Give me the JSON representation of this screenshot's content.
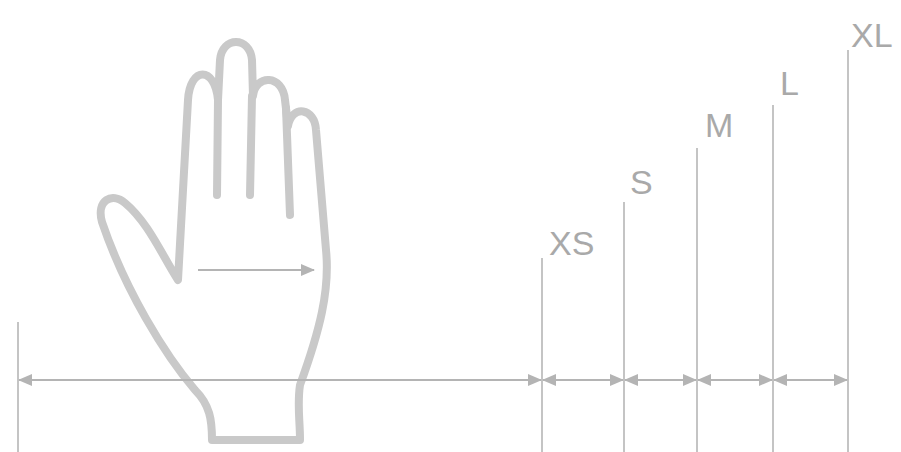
{
  "diagram": {
    "labels": [
      "XS",
      "S",
      "M",
      "L",
      "XL"
    ]
  }
}
